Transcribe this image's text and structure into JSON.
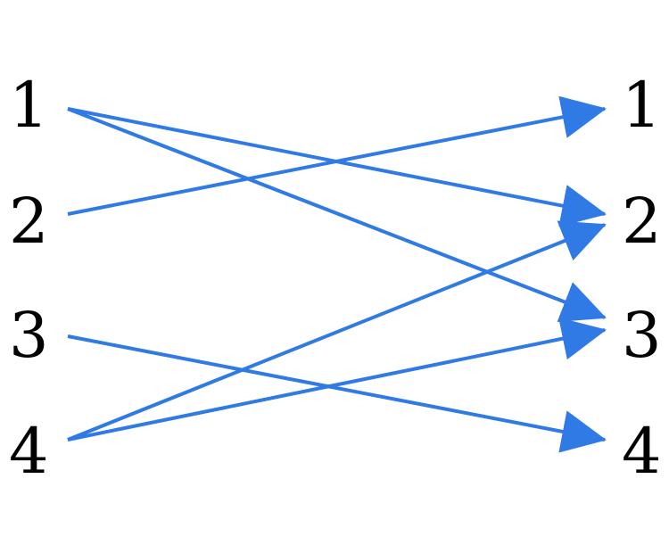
{
  "diagram": {
    "left_nodes": [
      "1",
      "2",
      "3",
      "4"
    ],
    "right_nodes": [
      "1",
      "2",
      "3",
      "4"
    ],
    "edges": [
      {
        "from": "1",
        "to": "2"
      },
      {
        "from": "1",
        "to": "3"
      },
      {
        "from": "2",
        "to": "1"
      },
      {
        "from": "3",
        "to": "4"
      },
      {
        "from": "4",
        "to": "2"
      },
      {
        "from": "4",
        "to": "3"
      }
    ],
    "edge_color": "#2f7ae5"
  }
}
